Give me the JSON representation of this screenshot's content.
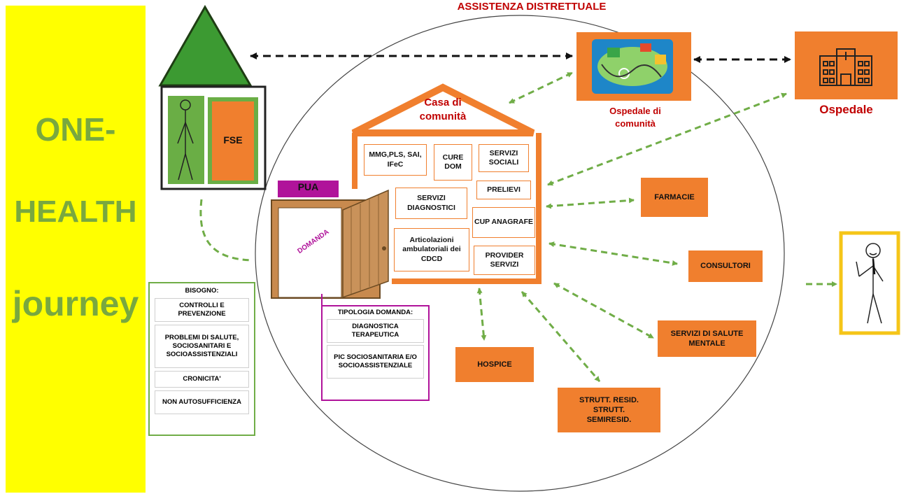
{
  "left_panel": {
    "line1": "ONE-",
    "line2": "HEALTH",
    "line3": "journey"
  },
  "title": "ASSISTENZA DISTRETTUALE",
  "home": {
    "fse_label": "FSE"
  },
  "casa": {
    "title_line1": "Casa di",
    "title_line2": "comunità",
    "services": {
      "mmg": "MMG,PLS, SAI, IFeC",
      "cure_dom": "CURE DOM",
      "servizi_sociali": "SERVIZI SOCIALI",
      "prelievi": "PRELIEVI",
      "servizi_diagnostici": "SERVIZI DIAGNOSTICI",
      "cup_anagrafe": "CUP ANAGRAFE",
      "articolazioni": "Articolazioni ambulatoriali dei CDCD",
      "provider_servizi": "PROVIDER SERVIZI"
    }
  },
  "pua": {
    "label": "PUA",
    "door_label": "DOMANDA"
  },
  "bisogno": {
    "title": "BISOGNO:",
    "items": [
      "CONTROLLI E PREVENZIONE",
      "PROBLEMI DI SALUTE, SOCIOSANITARI E SOCIOASSISTENZIALI",
      "CRONICITA'",
      "NON AUTOSUFFICIENZA"
    ]
  },
  "tipologia": {
    "title": "TIPOLOGIA DOMANDA:",
    "items": [
      "DIAGNOSTICA TERAPEUTICA",
      "PIC SOCIOSANITARIA E/O SOCIOASSISTENZIALE"
    ]
  },
  "ospedale_comunita": {
    "label": "Ospedale di comunità"
  },
  "ospedale": {
    "label": "Ospedale"
  },
  "external_services": {
    "farmacie": "FARMACIE",
    "consultori": "CONSULTORI",
    "salute_mentale": "SERVIZI DI SALUTE MENTALE",
    "hospice": "HOSPICE",
    "strutture": "STRUTT. RESID. STRUTT. SEMIRESID."
  },
  "colors": {
    "left_panel_bg": "#ffff00",
    "left_text": "#79a83f",
    "orange": "#f07f2e",
    "dark_red": "#c00000",
    "green_arrow": "#70ad47",
    "magenta": "#b0139a",
    "purple_label": "#a61bb0"
  }
}
